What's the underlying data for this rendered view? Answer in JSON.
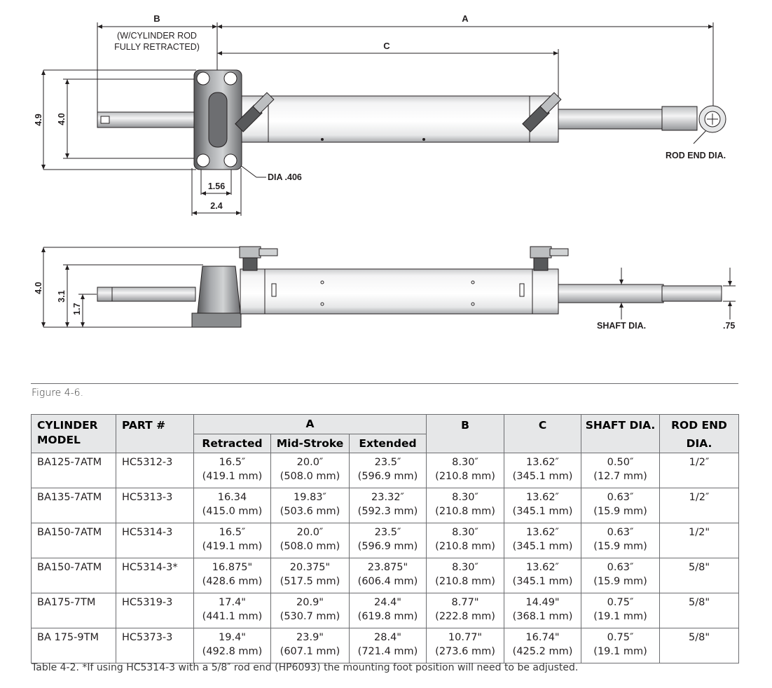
{
  "drawing": {
    "top_view": {
      "dim_B": "B",
      "note_line1": "(W/CYLINDER ROD",
      "note_line2": "FULLY RETRACTED)",
      "dim_A": "A",
      "dim_C": "C",
      "dim_4_9": "4.9",
      "dim_4_0": "4.0",
      "dim_1_56": "1.56",
      "dim_2_4": "2.4",
      "dia_406": "DIA .406",
      "rod_end_dia": "ROD END DIA."
    },
    "side_view": {
      "dim_4_0": "4.0",
      "dim_3_1": "3.1",
      "dim_1_7": "1.7",
      "shaft_dia": "SHAFT DIA.",
      "dim_75": ".75"
    }
  },
  "figure_caption": "Figure 4-6.",
  "table": {
    "headers": {
      "cylinder_model_1": "CYLINDER",
      "cylinder_model_2": "MODEL",
      "part": "PART #",
      "a": "A",
      "retracted": "Retracted",
      "mid_stroke": "Mid-Stroke",
      "extended": "Extended",
      "b": "B",
      "c": "C",
      "shaft_dia": "SHAFT DIA.",
      "rod_end_1": "ROD END",
      "rod_end_2": "DIA."
    },
    "rows": [
      {
        "model": "BA125-7ATM",
        "part": "HC5312-3",
        "retracted": [
          "16.5″",
          "(419.1 mm)"
        ],
        "mid": [
          "20.0″",
          "(508.0 mm)"
        ],
        "extended": [
          "23.5″",
          "(596.9 mm)"
        ],
        "b": [
          "8.30″",
          "(210.8 mm)"
        ],
        "c": [
          "13.62″",
          "(345.1 mm)"
        ],
        "shaft": [
          "0.50″",
          "(12.7 mm)"
        ],
        "rod_end": "1/2″"
      },
      {
        "model": "BA135-7ATM",
        "part": "HC5313-3",
        "retracted": [
          "16.34",
          "(415.0 mm)"
        ],
        "mid": [
          "19.83″",
          "(503.6 mm)"
        ],
        "extended": [
          "23.32″",
          "(592.3 mm)"
        ],
        "b": [
          "8.30″",
          "(210.8 mm)"
        ],
        "c": [
          "13.62″",
          "(345.1 mm)"
        ],
        "shaft": [
          "0.63″",
          "(15.9 mm)"
        ],
        "rod_end": "1/2″"
      },
      {
        "model": "BA150-7ATM",
        "part": "HC5314-3",
        "retracted": [
          "16.5″",
          "(419.1 mm)"
        ],
        "mid": [
          "20.0″",
          "(508.0 mm)"
        ],
        "extended": [
          "23.5″",
          "(596.9 mm)"
        ],
        "b": [
          "8.30″",
          "(210.8 mm)"
        ],
        "c": [
          "13.62″",
          "(345.1 mm)"
        ],
        "shaft": [
          "0.63″",
          "(15.9 mm)"
        ],
        "rod_end": "1/2\""
      },
      {
        "model": "BA150-7ATM",
        "part": "HC5314-3*",
        "retracted": [
          "16.875\"",
          "(428.6 mm)"
        ],
        "mid": [
          "20.375\"",
          "(517.5 mm)"
        ],
        "extended": [
          "23.875\"",
          "(606.4 mm)"
        ],
        "b": [
          "8.30″",
          "(210.8 mm)"
        ],
        "c": [
          "13.62″",
          "(345.1 mm)"
        ],
        "shaft": [
          "0.63″",
          "(15.9 mm)"
        ],
        "rod_end": "5/8\""
      },
      {
        "model": "BA175-7TM",
        "part": "HC5319-3",
        "retracted": [
          "17.4\"",
          "(441.1 mm)"
        ],
        "mid": [
          "20.9\"",
          "(530.7 mm)"
        ],
        "extended": [
          "24.4\"",
          "(619.8 mm)"
        ],
        "b": [
          "8.77\"",
          "(222.8 mm)"
        ],
        "c": [
          "14.49\"",
          "(368.1 mm)"
        ],
        "shaft": [
          "0.75″",
          "(19.1 mm)"
        ],
        "rod_end": "5/8\""
      },
      {
        "model": "BA 175-9TM",
        "part": "HC5373-3",
        "retracted": [
          "19.4\"",
          "(492.8 mm)"
        ],
        "mid": [
          "23.9\"",
          "(607.1 mm)"
        ],
        "extended": [
          "28.4\"",
          "(721.4 mm)"
        ],
        "b": [
          "10.77\"",
          "(273.6 mm)"
        ],
        "c": [
          "16.74\"",
          "(425.2 mm)"
        ],
        "shaft": [
          "0.75″",
          "(19.1 mm)"
        ],
        "rod_end": "5/8\""
      }
    ]
  },
  "table_caption": "Table 4-2.  *If using HC5314-3 with a 5/8″ rod end (HP6093) the mounting foot position will need to be adjusted."
}
